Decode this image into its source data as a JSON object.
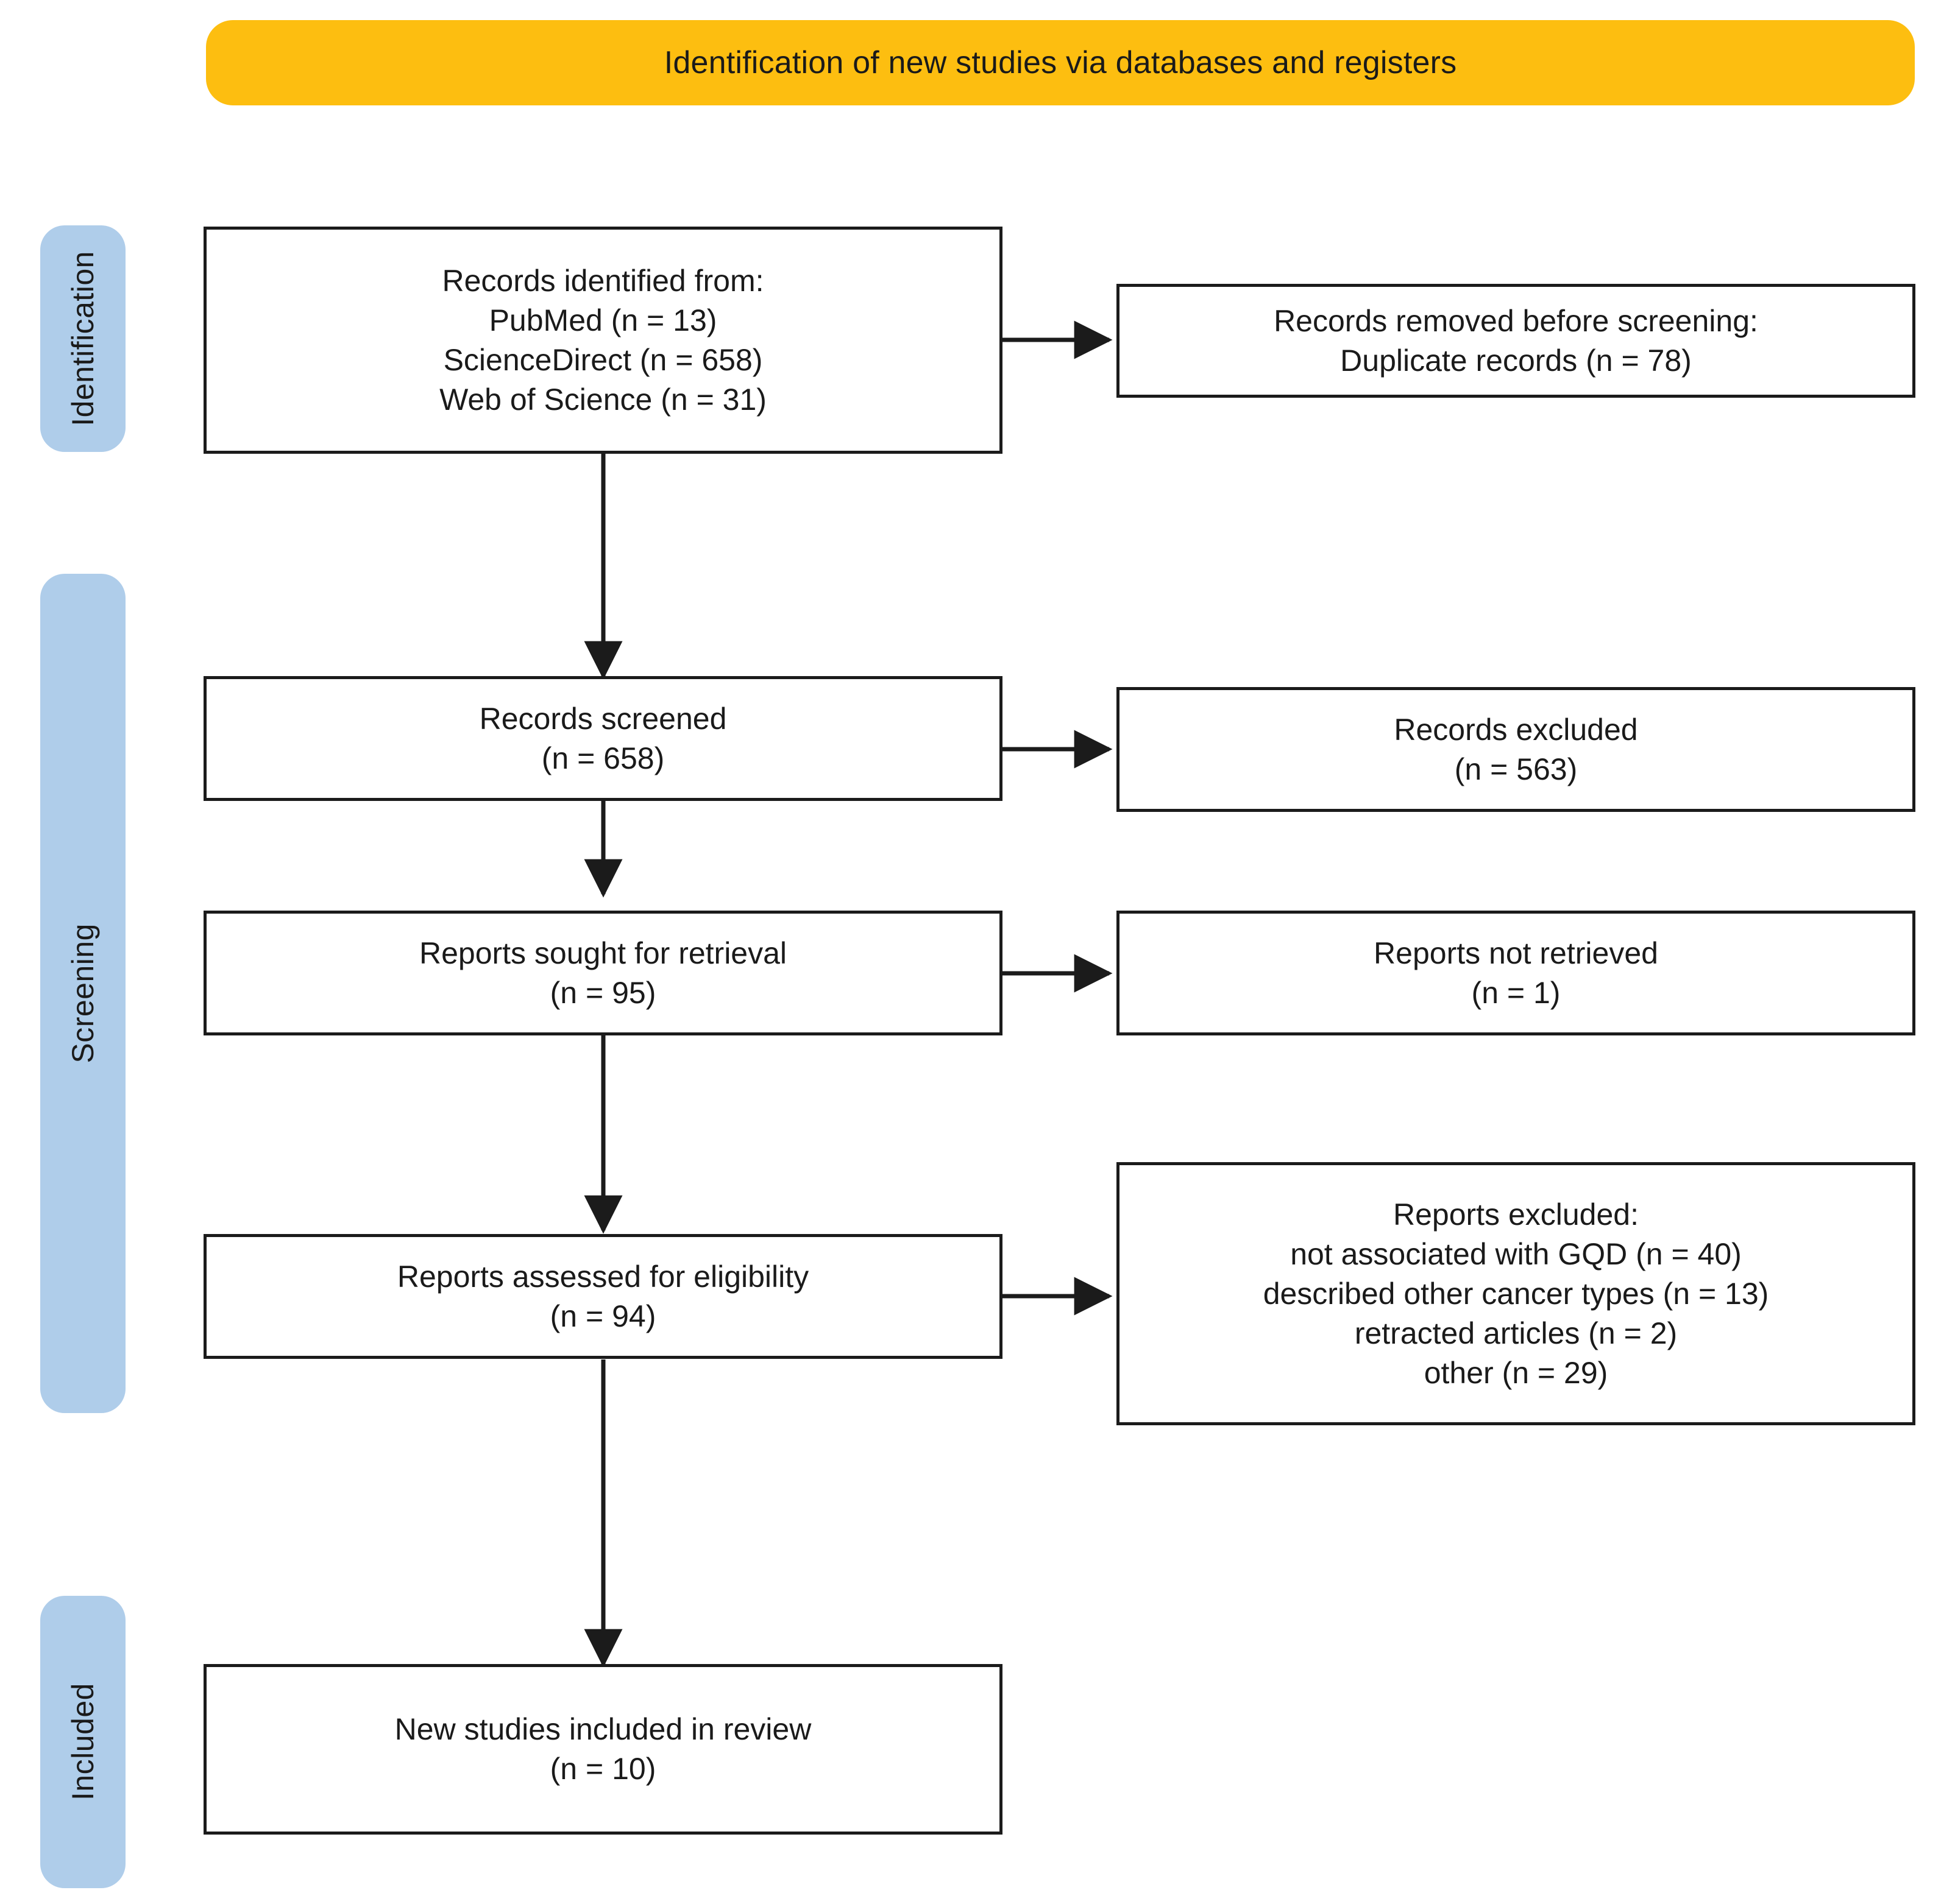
{
  "header": {
    "title": "Identification of new studies via databases and registers",
    "background_color": "#FDBE10"
  },
  "phases": [
    {
      "label": "Identification",
      "color": "#AFCDEA"
    },
    {
      "label": "Screening",
      "color": "#AFCDEA"
    },
    {
      "label": "Included",
      "color": "#AFCDEA"
    }
  ],
  "boxes": {
    "identified": {
      "lines": [
        "Records identified from:",
        "PubMed (n =  13)",
        "ScienceDirect (n =  658)",
        "Web of Science (n =  31)"
      ]
    },
    "removed_before_screening": {
      "lines": [
        "Records removed before screening:",
        "Duplicate records (n = 78)"
      ]
    },
    "records_screened": {
      "lines": [
        "Records screened",
        "(n = 658)"
      ]
    },
    "records_excluded": {
      "lines": [
        "Records excluded",
        "(n = 563)"
      ]
    },
    "reports_sought": {
      "lines": [
        "Reports sought for retrieval",
        "(n = 95)"
      ]
    },
    "reports_not_retrieved": {
      "lines": [
        "Reports not retrieved",
        "(n = 1)"
      ]
    },
    "reports_assessed": {
      "lines": [
        "Reports assessed for eligibility",
        "(n = 94)"
      ]
    },
    "reports_excluded": {
      "lines": [
        "Reports excluded:",
        "not associated with GQD (n =  40)",
        "described other cancer types (n =  13)",
        "retracted articles (n =  2)",
        "other (n =  29)"
      ]
    },
    "new_studies_included": {
      "lines": [
        "New studies included in review",
        "(n = 10)"
      ]
    }
  }
}
